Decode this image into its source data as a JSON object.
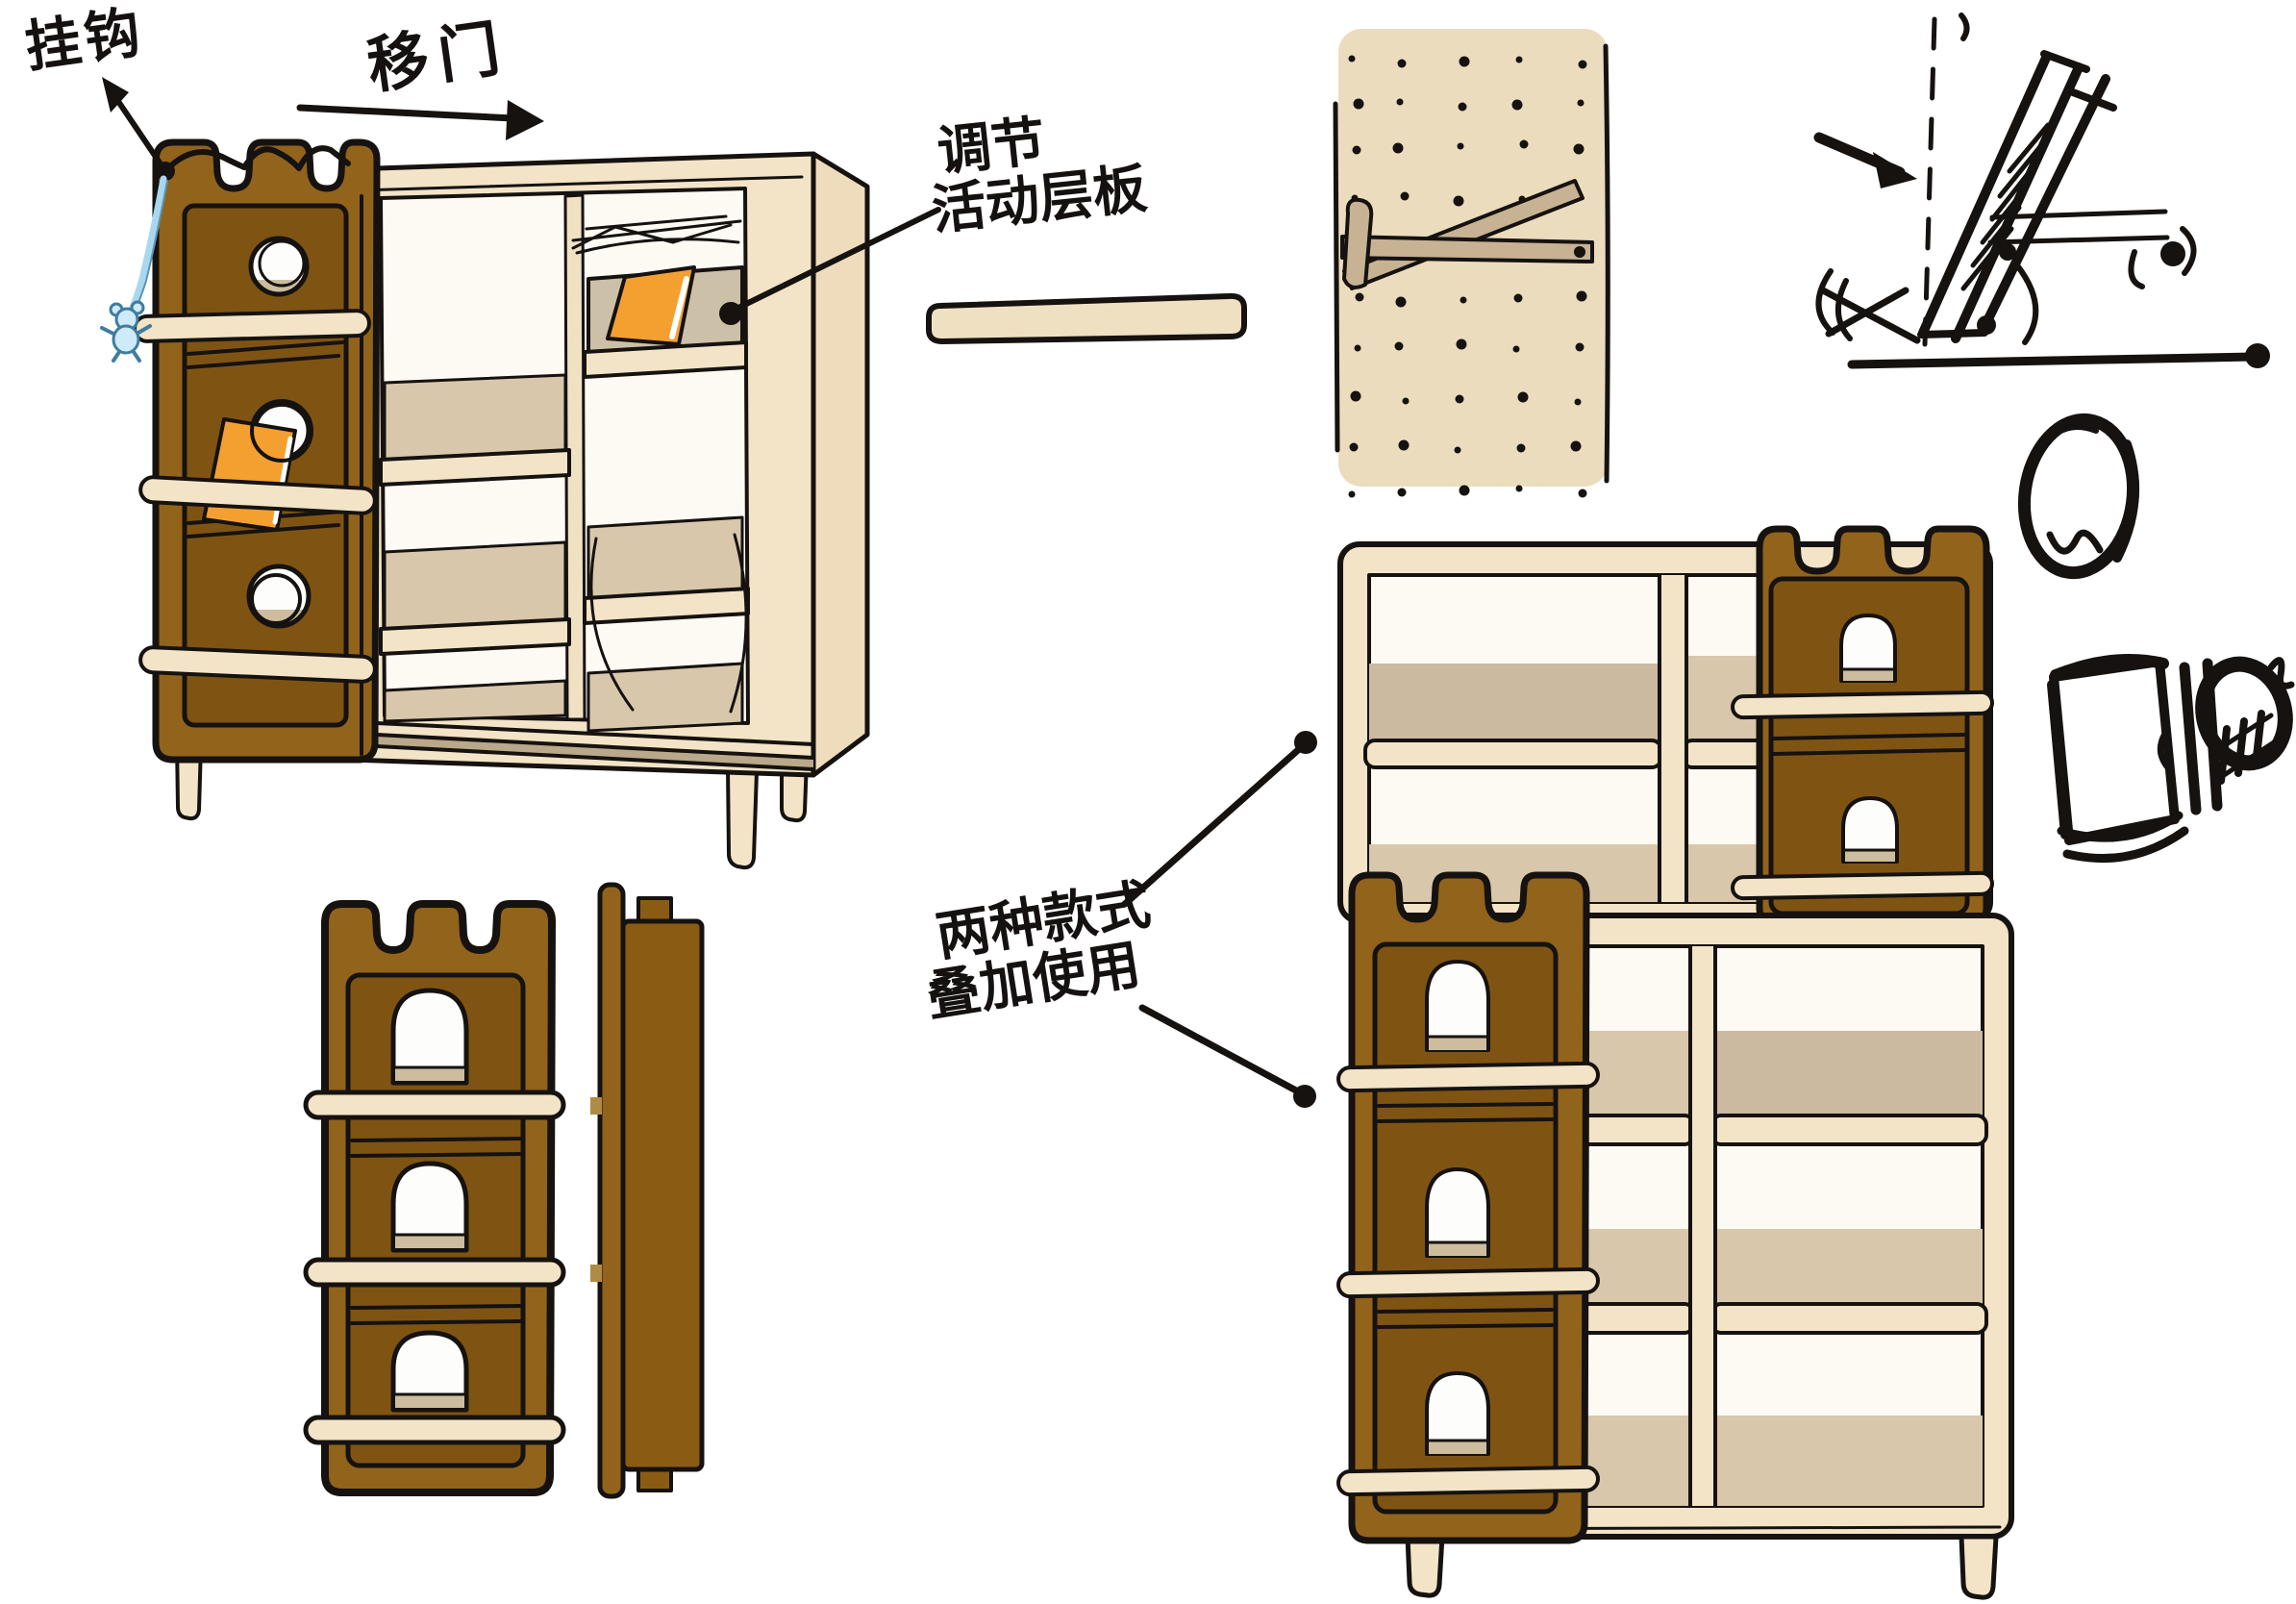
{
  "annotations": {
    "hook": {
      "text": "挂钩"
    },
    "sliding_door": {
      "text": "移门"
    },
    "adjustable_shelf": {
      "line1": "调节",
      "line2": "活动层板"
    },
    "stacking": {
      "line1": "两种款式",
      "line2": "叠加使用"
    }
  },
  "pegboard": {
    "columns": 5,
    "rows": 10
  },
  "palette": {
    "paper": "#ffffff",
    "ink": "#151210",
    "wood_cream": "#f3e4c7",
    "wood_cream_shade": "#eedcbc",
    "shelf_tan": "#d8c7ab",
    "shelf_tan_dark": "#cbbaa0",
    "panel_brown": "#92631b",
    "panel_brown_dark": "#7f5412",
    "window_sill_tan": "#cdbd9e",
    "book_orange": "#f4a030",
    "toy_blue_fill": "#cfeaf8",
    "toy_blue_line": "#3f7d9e",
    "cord_blue": "#a8d8ee",
    "pegboard_beige": "#ecdcbe",
    "bracket_tan": "#c7b293",
    "track_shade": "#b9a88a"
  }
}
